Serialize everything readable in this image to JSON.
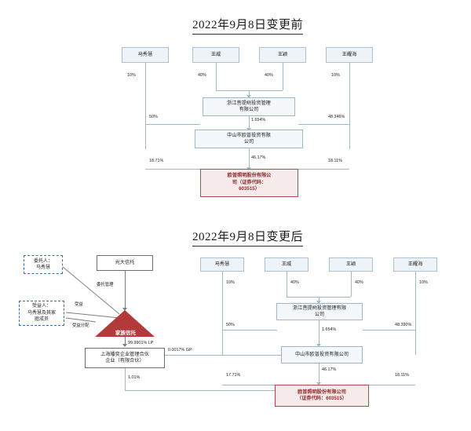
{
  "page": {
    "section_top_title": "2022年9月8日变更前",
    "section_bottom_title": "2022年9月8日变更后"
  },
  "top_chart": {
    "shareholders": [
      {
        "name": "马秀慧",
        "pct_to_company": "10%"
      },
      {
        "name": "王威",
        "pct_to_company": "40%"
      },
      {
        "name": "王颖",
        "pct_to_company": "40%"
      },
      {
        "name": "王耀海",
        "pct_to_company": "10%"
      }
    ],
    "mid_node_1": "浙江菩提树投资管理\n有限公司",
    "mid_node_2": "中山市欧普投资有限\n公司",
    "bottom_node": "欧普照明股份有限公\n司（证券代码：\n603515）",
    "edges": [
      {
        "label": "50%",
        "from": "马秀慧",
        "to": "mid_node_2"
      },
      {
        "label": "1.654%",
        "from": "mid_node_1",
        "to": "mid_node_2"
      },
      {
        "label": "48.346%",
        "from": "王耀海",
        "to": "mid_node_2"
      },
      {
        "label": "18.71%",
        "from": "马秀慧",
        "to": "bottom_node"
      },
      {
        "label": "46.17%",
        "from": "mid_node_2",
        "to": "bottom_node"
      },
      {
        "label": "18.11%",
        "from": "王耀海",
        "to": "bottom_node"
      }
    ]
  },
  "bottom_chart": {
    "settlor_box": "委托人：\n马秀慧",
    "beneficiary_box": "受益人：\n马秀慧及其家\n庭成员",
    "trustee_node": "光大信托",
    "trust_node": "家族信托",
    "partnership_node": "上海皤奕企业管理合伙\n企业（有限合伙）",
    "shareholders": [
      {
        "name": "马秀慧",
        "pct_to_company": "10%"
      },
      {
        "name": "王威",
        "pct_to_company": "40%"
      },
      {
        "name": "王颖",
        "pct_to_company": "40%"
      },
      {
        "name": "王耀海",
        "pct_to_company": "10%"
      }
    ],
    "mid_node_1": "浙江菩提树投资管理有限\n公司",
    "mid_node_2": "中山市欧普投资有限公司",
    "bottom_node": "欧普照明股份有限公司\n（证券代码：603515）",
    "trust_labels": {
      "to_trust": "委托管理",
      "to_beneficiary_left": "受益",
      "to_beneficiary_right": "受益分配"
    },
    "edges": [
      {
        "label": "99.9901% LP",
        "from": "trust_node",
        "to": "partnership_node"
      },
      {
        "label": "0.0017% GP",
        "from": "partnership_node",
        "to": "mid_node_2"
      },
      {
        "label": "1.01%",
        "from": "partnership_node",
        "to": "bottom_node"
      },
      {
        "label": "50%",
        "from": "马秀慧",
        "to": "mid_node_2"
      },
      {
        "label": "1.654%",
        "from": "mid_node_1",
        "to": "mid_node_2"
      },
      {
        "label": "48.390%",
        "from": "王耀海",
        "to": "mid_node_2"
      },
      {
        "label": "17.71%",
        "from": "马秀慧",
        "to": "bottom_node"
      },
      {
        "label": "46.17%",
        "from": "mid_node_2",
        "to": "bottom_node"
      },
      {
        "label": "18.11%",
        "from": "王耀海",
        "to": "bottom_node"
      }
    ]
  },
  "colors": {
    "accent_red": "#b33a3a",
    "node_blue": "#9bb7c9",
    "line_blue": "#9fb9cb"
  }
}
